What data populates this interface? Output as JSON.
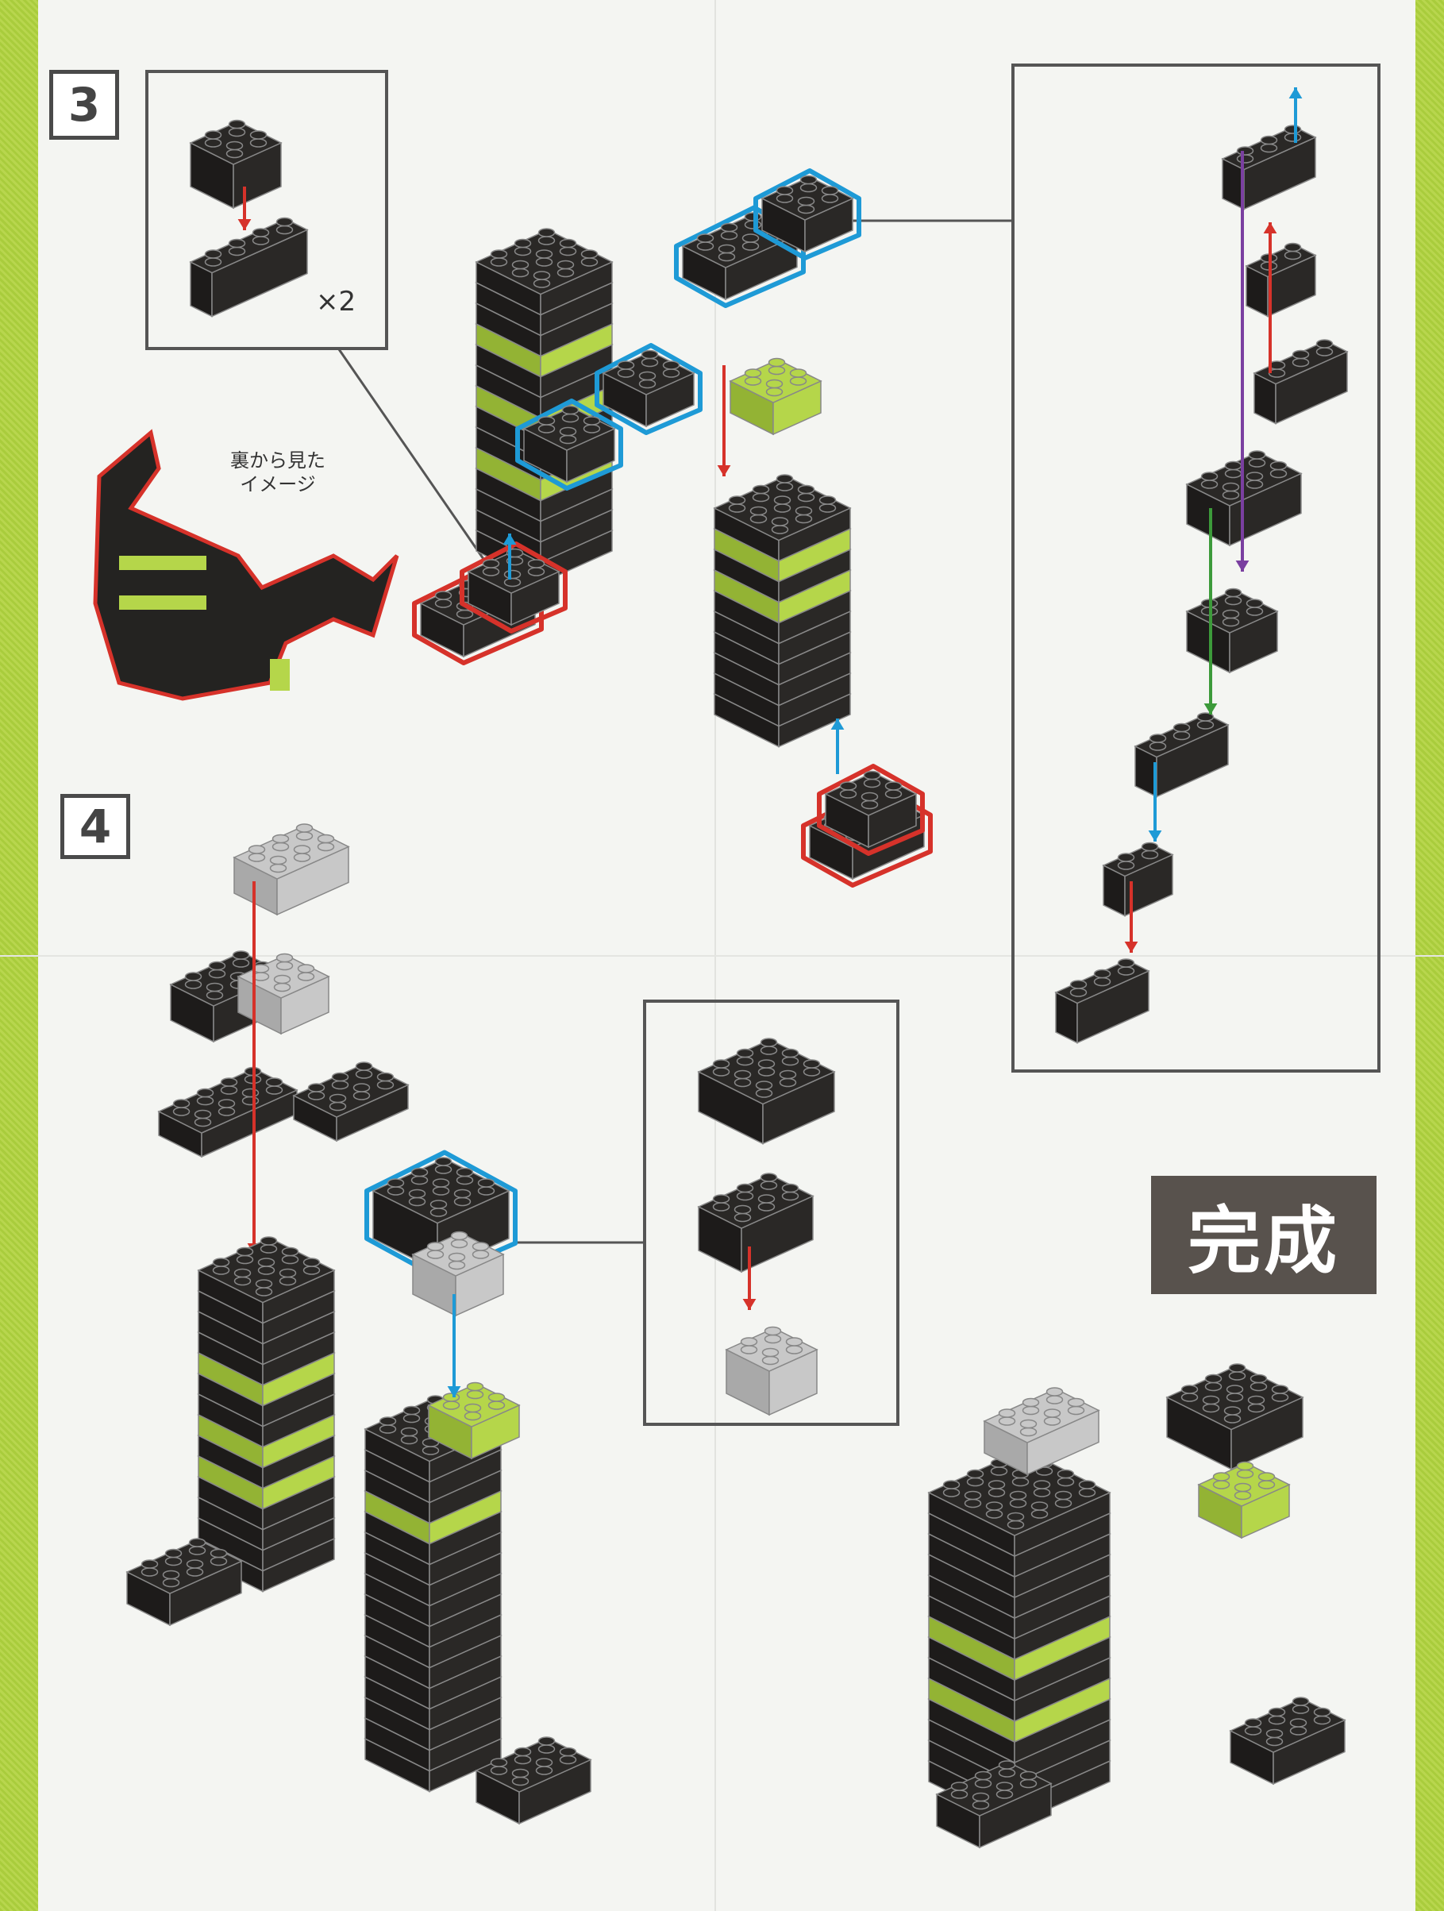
{
  "steps": [
    {
      "number": "3",
      "multiplier": "×2",
      "back_view_caption_line1": "裏から見た",
      "back_view_caption_line2": "イメージ"
    },
    {
      "number": "4"
    }
  ],
  "completion_label": "完成",
  "colors": {
    "brick": "#2a2826",
    "accent_lime": "#b5d64a",
    "light_grey": "#c8c8c8",
    "arrow_red": "#d6322a",
    "arrow_blue": "#1e9ad6",
    "arrow_purple": "#7a3fa0",
    "arrow_green": "#3c9a3a",
    "border_green": "#a9cc3c"
  }
}
